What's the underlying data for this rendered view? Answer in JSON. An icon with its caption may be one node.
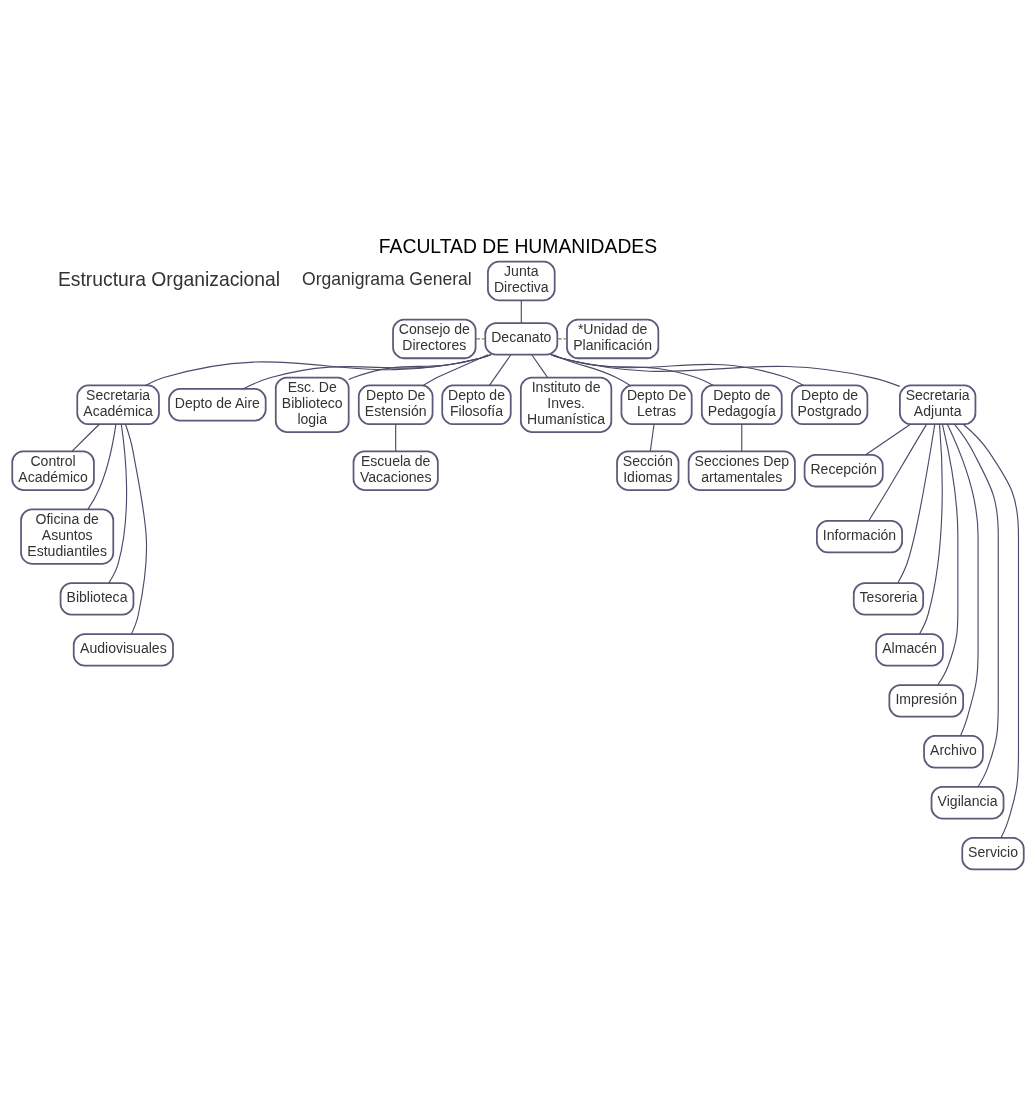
{
  "diagram": {
    "title": "FACULTAD DE HUMANIDADES",
    "nodes": [
      {
        "text": [
          "Junta Directiva"
        ]
      },
      {
        "text": [
          "Consejo de Directores"
        ]
      },
      {
        "text": [
          "Decanato"
        ]
      },
      {
        "text": [
          "*Unidad de Planificación"
        ]
      },
      {
        "text": [
          "Secretaria Académica"
        ]
      },
      {
        "text": [
          "Control Académico"
        ]
      },
      {
        "text": [
          "Oficina de Asuntos Estudiantiles"
        ]
      },
      {
        "text": [
          "Biblioteca"
        ]
      },
      {
        "text": [
          "Audiovisuales"
        ]
      },
      {
        "text": [
          "Depto de Aire"
        ]
      },
      {
        "text": [
          "Esc. De Biblioteco logia"
        ]
      },
      {
        "text": [
          "Depto De Estensión"
        ]
      },
      {
        "text": [
          "Depto de Filosofía"
        ]
      },
      {
        "text": [
          "Instituto de Inves. Humanística"
        ]
      },
      {
        "text": [
          "Depto De Letras"
        ]
      },
      {
        "text": [
          "Depto de Pedagogía"
        ]
      },
      {
        "text": [
          "Depto de Postgrado"
        ]
      },
      {
        "text": [
          "Escuela de Vacaciones"
        ]
      },
      {
        "text": [
          "Sección Idiomas"
        ]
      },
      {
        "text": [
          "Secciones Departamentales"
        ]
      },
      {
        "text": [
          "Secretaria Adjunta"
        ]
      },
      {
        "text": [
          "Recepción"
        ]
      },
      {
        "text": [
          "Información"
        ]
      },
      {
        "text": [
          "Tesoreria"
        ]
      },
      {
        "text": [
          "Almacén"
        ]
      },
      {
        "text": [
          "Impresión"
        ]
      },
      {
        "text": [
          "Archivo"
        ]
      },
      {
        "text": [
          "Vigilancia"
        ]
      },
      {
        "text": [
          "Servicio"
        ]
      }
    ],
    "edges": [
      {
        "from": 0,
        "to": 2,
        "arrow": "none"
      },
      {
        "from": 1,
        "to": 2,
        "arrow": "none",
        "style": "dashed",
        "color": "#6b8e5a"
      },
      {
        "from": 2,
        "to": 3,
        "arrow": "none",
        "style": "dashed",
        "color": "#6b8e5a"
      },
      {
        "from": 2,
        "to": 4,
        "arrow": "none"
      },
      {
        "from": 2,
        "to": 9,
        "arrow": "none"
      },
      {
        "from": 2,
        "to": 10,
        "arrow": "none"
      },
      {
        "from": 2,
        "to": 11,
        "arrow": "none"
      },
      {
        "from": 2,
        "to": 12,
        "arrow": "none"
      },
      {
        "from": 2,
        "to": 13,
        "arrow": "none"
      },
      {
        "from": 2,
        "to": 14,
        "arrow": "none"
      },
      {
        "from": 2,
        "to": 15,
        "arrow": "none"
      },
      {
        "from": 2,
        "to": 16,
        "arrow": "none"
      },
      {
        "from": 2,
        "to": 20,
        "arrow": "none"
      },
      {
        "from": 4,
        "to": 5,
        "arrow": "none"
      },
      {
        "from": 4,
        "to": 6,
        "arrow": "none"
      },
      {
        "from": 4,
        "to": 7,
        "arrow": "none"
      },
      {
        "from": 4,
        "to": 8,
        "arrow": "none"
      },
      {
        "from": 11,
        "to": 17,
        "arrow": "none"
      },
      {
        "from": 14,
        "to": 18,
        "arrow": "none"
      },
      {
        "from": 15,
        "to": 19,
        "arrow": "none"
      },
      {
        "from": 20,
        "to": 21,
        "arrow": "none"
      },
      {
        "from": 20,
        "to": 22,
        "arrow": "none"
      },
      {
        "from": 20,
        "to": 23,
        "arrow": "none"
      },
      {
        "from": 20,
        "to": 24,
        "arrow": "none"
      },
      {
        "from": 20,
        "to": 25,
        "arrow": "none"
      },
      {
        "from": 20,
        "to": 26,
        "arrow": "none"
      },
      {
        "from": 20,
        "to": 27,
        "arrow": "none"
      },
      {
        "from": 20,
        "to": 28,
        "arrow": "none"
      }
    ],
    "labels": [
      "Estructura Organizacional",
      "Organigrama General"
    ]
  }
}
